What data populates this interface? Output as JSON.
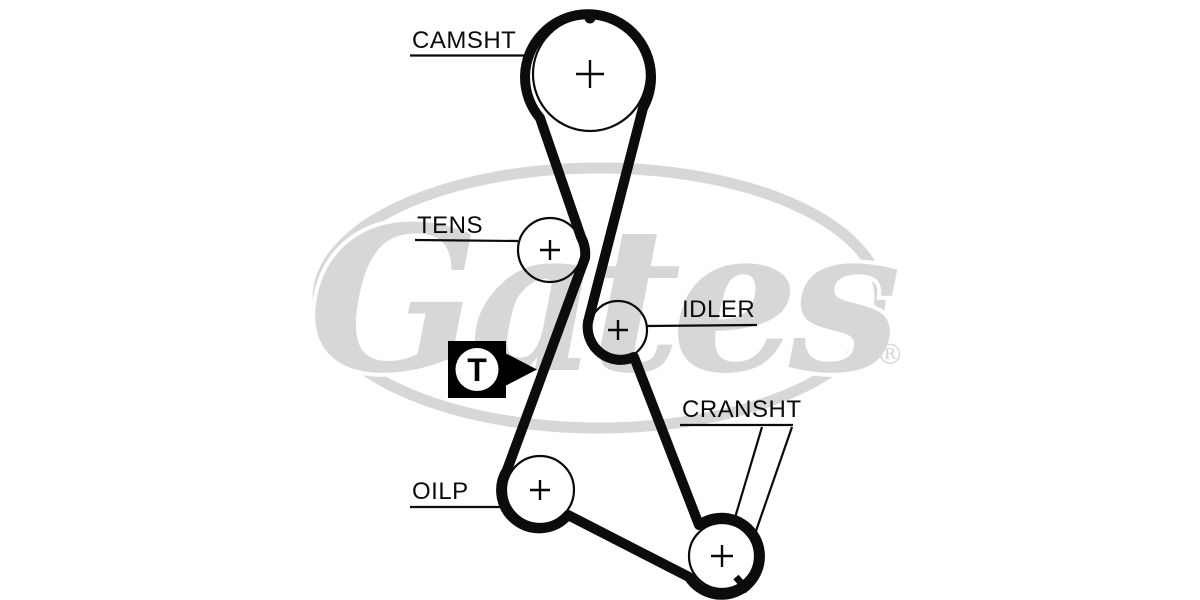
{
  "page": {
    "background": "#ffffff"
  },
  "watermark": {
    "brand": "Gates",
    "registered": "®",
    "color": "#d7d7d7"
  },
  "diagram": {
    "type": "timing-belt-routing",
    "belt_color": "#0c0c0c",
    "center_mark_glyph": "+",
    "labels": {
      "camshaft": "CAMSHT",
      "tensioner": "TENS",
      "idler": "IDLER",
      "oil_pump": "OILP",
      "crankshaft": "CRANSHT"
    },
    "timing_mark_letter": "T"
  }
}
